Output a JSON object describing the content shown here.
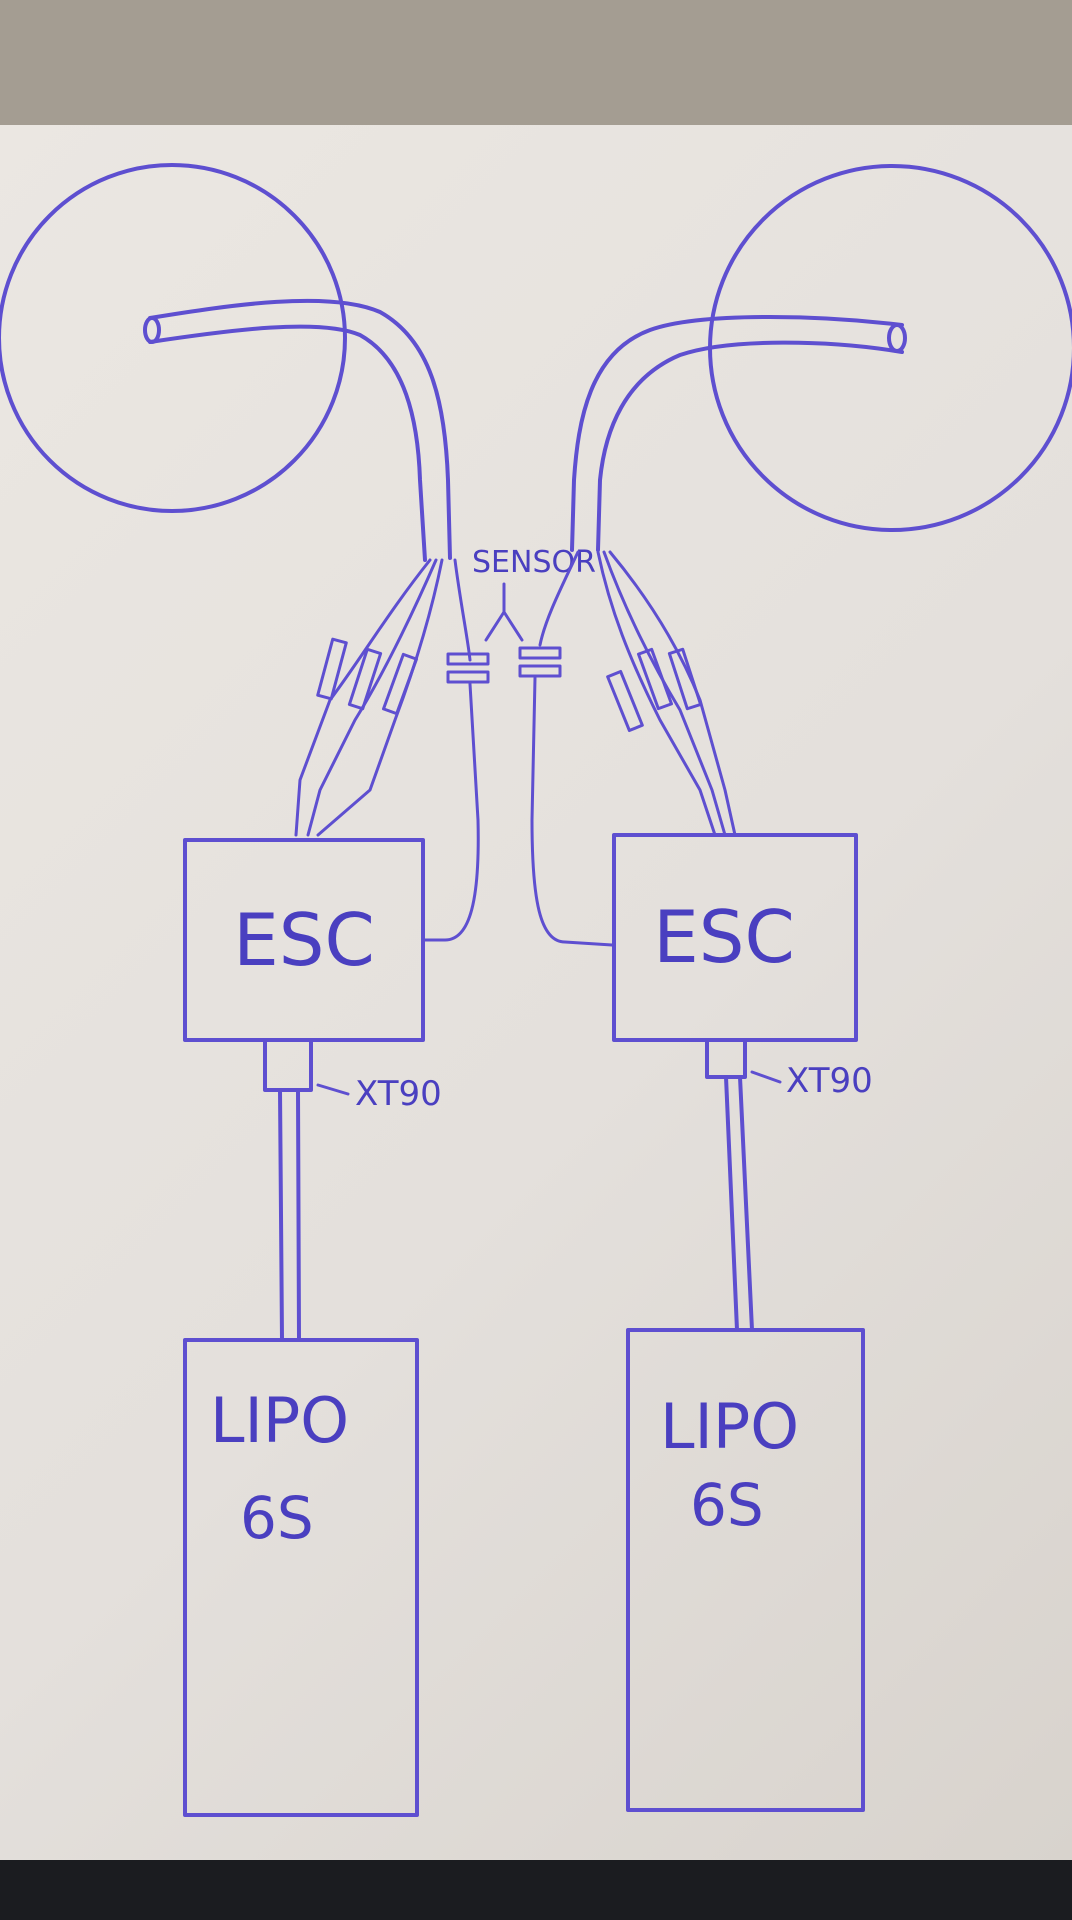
{
  "diagram": {
    "sensor_label": "SENSOR",
    "left": {
      "esc_label": "ESC",
      "connector_label": "XT90",
      "battery_line1": "LIPO",
      "battery_line2": "6S"
    },
    "right": {
      "esc_label": "ESC",
      "connector_label": "XT90",
      "battery_line1": "LIPO",
      "battery_line2": "6S"
    },
    "ink_color": "#5e4fd0",
    "paper_color": "#e8e4df"
  }
}
